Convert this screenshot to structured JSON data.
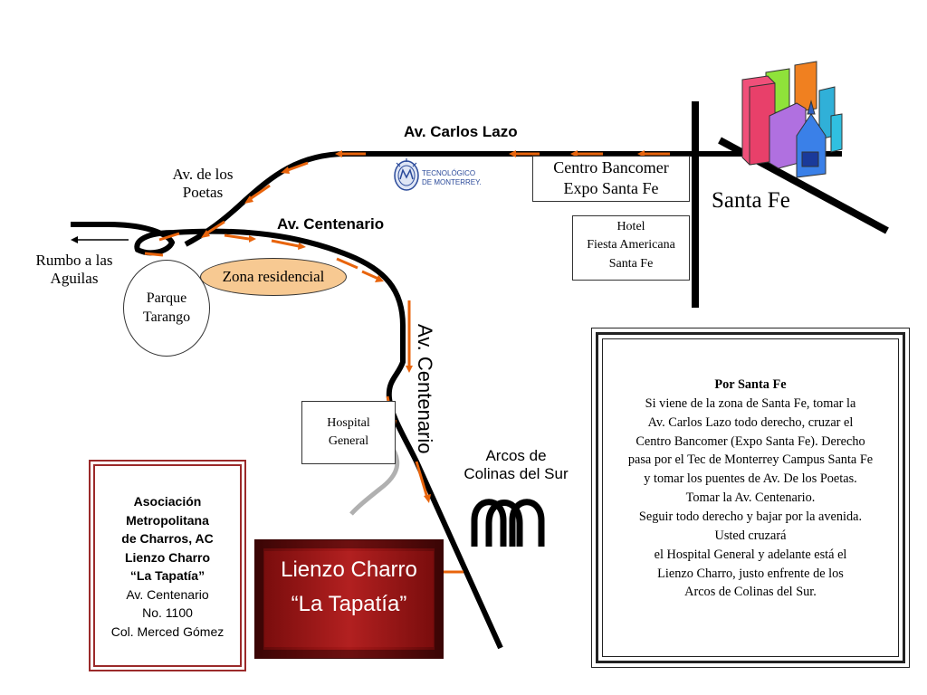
{
  "streets": {
    "carlos_lazo": "Av. Carlos Lazo",
    "centenario": "Av. Centenario",
    "centenario_vertical": "Av. Centenario",
    "poetas": [
      "Av. de los",
      "Poetas"
    ]
  },
  "places": {
    "rumbo": [
      "Rumbo a las",
      "Aguilas"
    ],
    "parque": [
      "Parque",
      "Tarango"
    ],
    "zona": "Zona residencial",
    "santa_fe": "Santa Fe",
    "bancomer": [
      "Centro Bancomer",
      "Expo Santa Fe"
    ],
    "hotel": [
      "Hotel",
      "Fiesta Americana",
      "Santa Fe"
    ],
    "hospital": [
      "Hospital",
      "General"
    ],
    "arcos": [
      "Arcos de",
      "Colinas del Sur"
    ]
  },
  "logo": {
    "name": [
      "TECNOLÓGICO",
      "DE MONTERREY."
    ],
    "icon": "tec-monterrey-seal"
  },
  "lienzo": [
    "Lienzo Charro",
    "“La Tapatía”"
  ],
  "association": {
    "bold_lines": [
      "Asociación",
      "Metropolitana",
      "de Charros, AC",
      "Lienzo Charro",
      "“La Tapatía”"
    ],
    "address_lines": [
      "Av. Centenario",
      "No. 1100",
      "Col. Merced Gómez"
    ]
  },
  "directions": {
    "title": "Por Santa Fe",
    "lines": [
      "Si viene de la zona de Santa Fe, tomar la",
      "Av. Carlos Lazo todo derecho, cruzar el",
      "Centro Bancomer (Expo Santa Fe).  Derecho",
      "pasa por el Tec de Monterrey Campus Santa Fe",
      "y tomar los puentes de Av. De los Poetas.",
      "Tomar la Av. Centenario.",
      "Seguir todo derecho y  bajar por la avenida.",
      "Usted cruzará",
      "el Hospital General y adelante está el",
      "Lienzo Charro, justo enfrente de los",
      "Arcos de Colinas del Sur."
    ]
  },
  "colors": {
    "road": "#000000",
    "route_arrow": "#e8640c",
    "zona_fill": "#f7c992",
    "lienzo": "#9b1a1a",
    "frame_red": "#9b2a2a"
  }
}
